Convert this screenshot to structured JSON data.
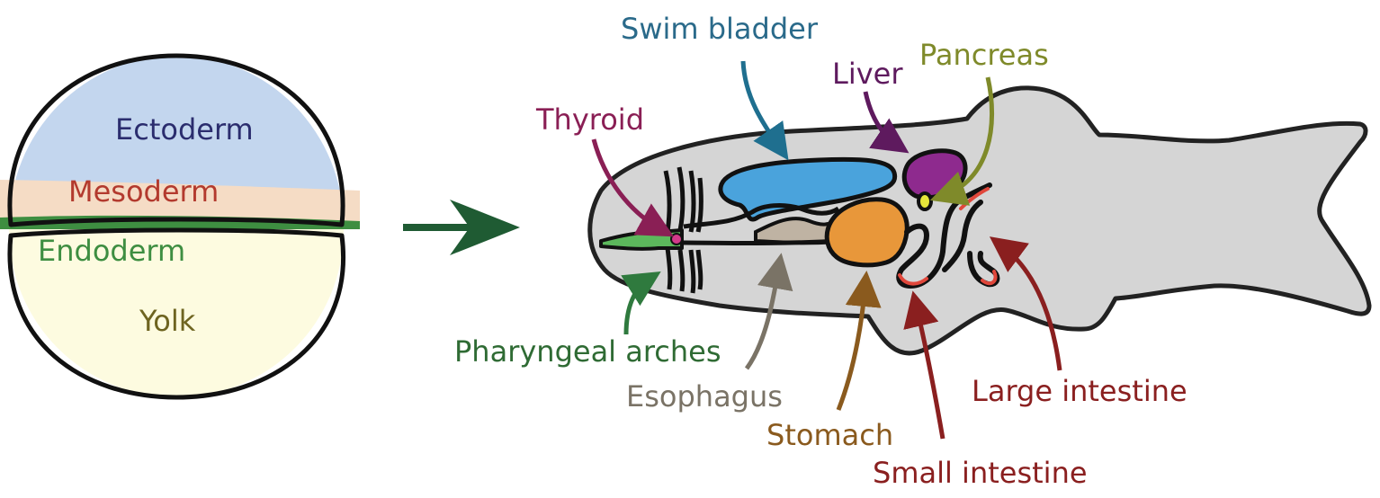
{
  "embryo": {
    "labels": {
      "ectoderm": "Ectoderm",
      "mesoderm": "Mesoderm",
      "endoderm": "Endoderm",
      "yolk": "Yolk"
    }
  },
  "fish": {
    "labels": {
      "swim_bladder": "Swim bladder",
      "liver": "Liver",
      "pancreas": "Pancreas",
      "thyroid": "Thyroid",
      "pharyngeal_arches": "Pharyngeal arches",
      "esophagus": "Esophagus",
      "stomach": "Stomach",
      "small_intestine": "Small intestine",
      "large_intestine": "Large intestine"
    }
  },
  "colors": {
    "ectoderm": "#c3d6ee",
    "mesoderm": "#f5dcc5",
    "endoderm": "#3e8e41",
    "yolk": "#fdfbe0",
    "fish_body": "#d5d5d5",
    "swim_bladder": "#4aa3dc",
    "liver": "#8e2a8e",
    "pancreas": "#e6e63a",
    "stomach": "#e8973a",
    "esophagus": "#bfb3a3",
    "pharyngeal": "#5cb85c",
    "intestine": "#e0473b",
    "arrow_main": "#1f5b33"
  }
}
